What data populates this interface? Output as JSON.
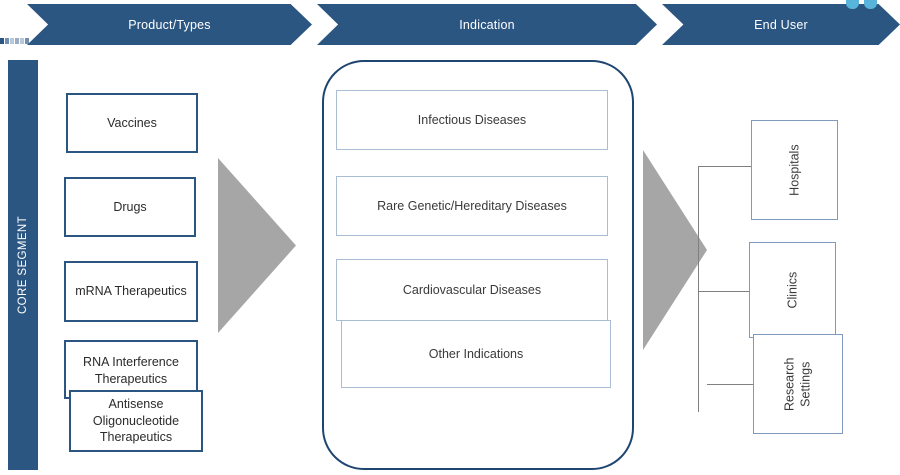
{
  "banner": {
    "steps": [
      {
        "label": "Product/Types"
      },
      {
        "label": "Indication"
      },
      {
        "label": "End User"
      }
    ],
    "accent_color": "#2c5682",
    "blip_color": "#59b4dc"
  },
  "core_segment": {
    "label": "CORE SEGMENT",
    "color": "#2c5682"
  },
  "products": {
    "border_color": "#2c5682",
    "items": [
      {
        "label": "Vaccines"
      },
      {
        "label": "Drugs"
      },
      {
        "label": "mRNA Therapeutics"
      },
      {
        "label": "RNA Interference Therapeutics"
      },
      {
        "label": "Antisense Oligonucleotide Therapeutics"
      }
    ]
  },
  "indications": {
    "border_color": "#a9bdd4",
    "panel_border_color": "#1f4571",
    "items": [
      {
        "label": "Infectious Diseases"
      },
      {
        "label": "Rare Genetic/Hereditary Diseases"
      },
      {
        "label": "Cardiovascular Diseases"
      },
      {
        "label": "Other Indications"
      }
    ]
  },
  "end_users": {
    "border_color": "#7e9bbb",
    "items": [
      {
        "label": "Hospitals"
      },
      {
        "label": "Clinics"
      },
      {
        "label": "Research Settings"
      }
    ]
  },
  "arrows": {
    "color": "#a6a6a6",
    "bracket_color": "#808080"
  }
}
